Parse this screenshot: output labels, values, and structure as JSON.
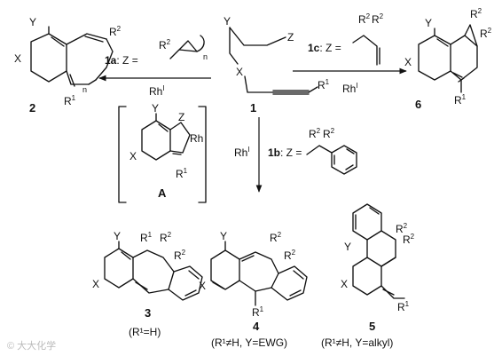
{
  "atoms": {
    "Y": "Y",
    "X": "X",
    "Z": "Z",
    "R1": "R",
    "R2": "R",
    "sup1": "1",
    "sup2": "2",
    "Rh": "Rh",
    "n": "n"
  },
  "compounds": {
    "c1": "1",
    "c2": "2",
    "c3": "3",
    "c4": "4",
    "c5": "5",
    "c6": "6",
    "cA": "A"
  },
  "conditions": {
    "cond_1a": "1a",
    "cond_1b": "1b",
    "cond_1c": "1c",
    "z_eq": ": Z =",
    "rh_label": "Rh",
    "rh_sup": "I"
  },
  "notes": {
    "note3": "(R¹=H)",
    "note4": "(R¹≠H, Y=EWG)",
    "note5": "(R¹≠H, Y=alkyl)"
  },
  "watermark": "© 大大化学"
}
